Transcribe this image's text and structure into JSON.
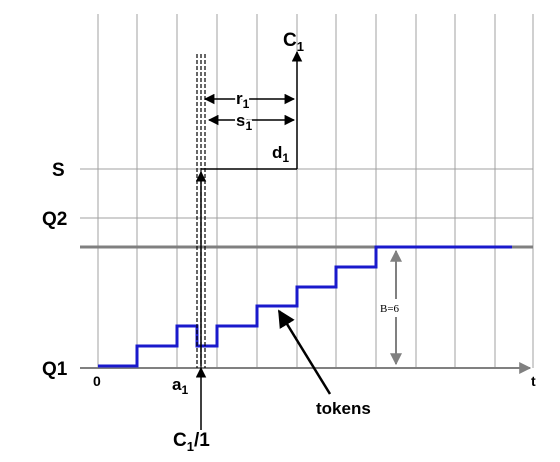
{
  "labels": {
    "y_s": "S",
    "y_q2": "Q2",
    "y_q1": "Q1",
    "x_zero": "0",
    "x_t": "t",
    "c1_top": "C",
    "c1_top_sub": "1",
    "r1": "r",
    "r1_sub": "1",
    "s1": "s",
    "s1_sub": "1",
    "d1": "d",
    "d1_sub": "1",
    "a1": "a",
    "a1_sub": "1",
    "c1_bottom": "C",
    "c1_bottom_sub": "1",
    "c1_bottom_suffix": "/1",
    "tokens": "tokens",
    "bucket": "B=6"
  },
  "colors": {
    "grid": "#a0a0a0",
    "token_line": "#1a1acc",
    "cap_line": "#808080",
    "ink": "#000000"
  }
}
